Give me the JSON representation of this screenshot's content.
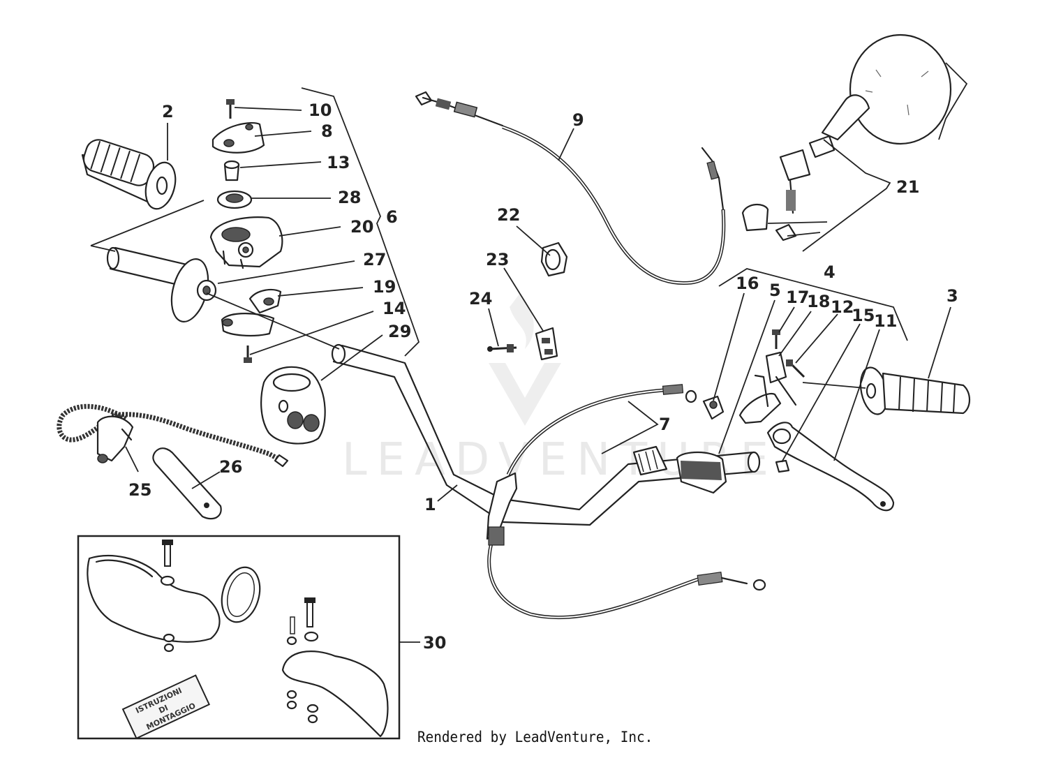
{
  "diagram": {
    "callouts": {
      "p1": "1",
      "p2": "2",
      "p3": "3",
      "p4": "4",
      "p5": "5",
      "p6": "6",
      "p7": "7",
      "p8": "8",
      "p9": "9",
      "p10": "10",
      "p11": "11",
      "p12": "12",
      "p13": "13",
      "p14": "14",
      "p15": "15",
      "p16": "16",
      "p17": "17",
      "p18": "18",
      "p19": "19",
      "p20": "20",
      "p21": "21",
      "p22": "22",
      "p23": "23",
      "p24": "24",
      "p25": "25",
      "p26": "26",
      "p27": "27",
      "p28": "28",
      "p29": "29",
      "p30": "30"
    },
    "instruction_booklet": {
      "line1": "ISTRUZIONI",
      "line2": "DI",
      "line3": "MONTAGGIO"
    },
    "watermark": "LEADVENTURE"
  },
  "footer": {
    "text": "Rendered by LeadVenture, Inc."
  }
}
